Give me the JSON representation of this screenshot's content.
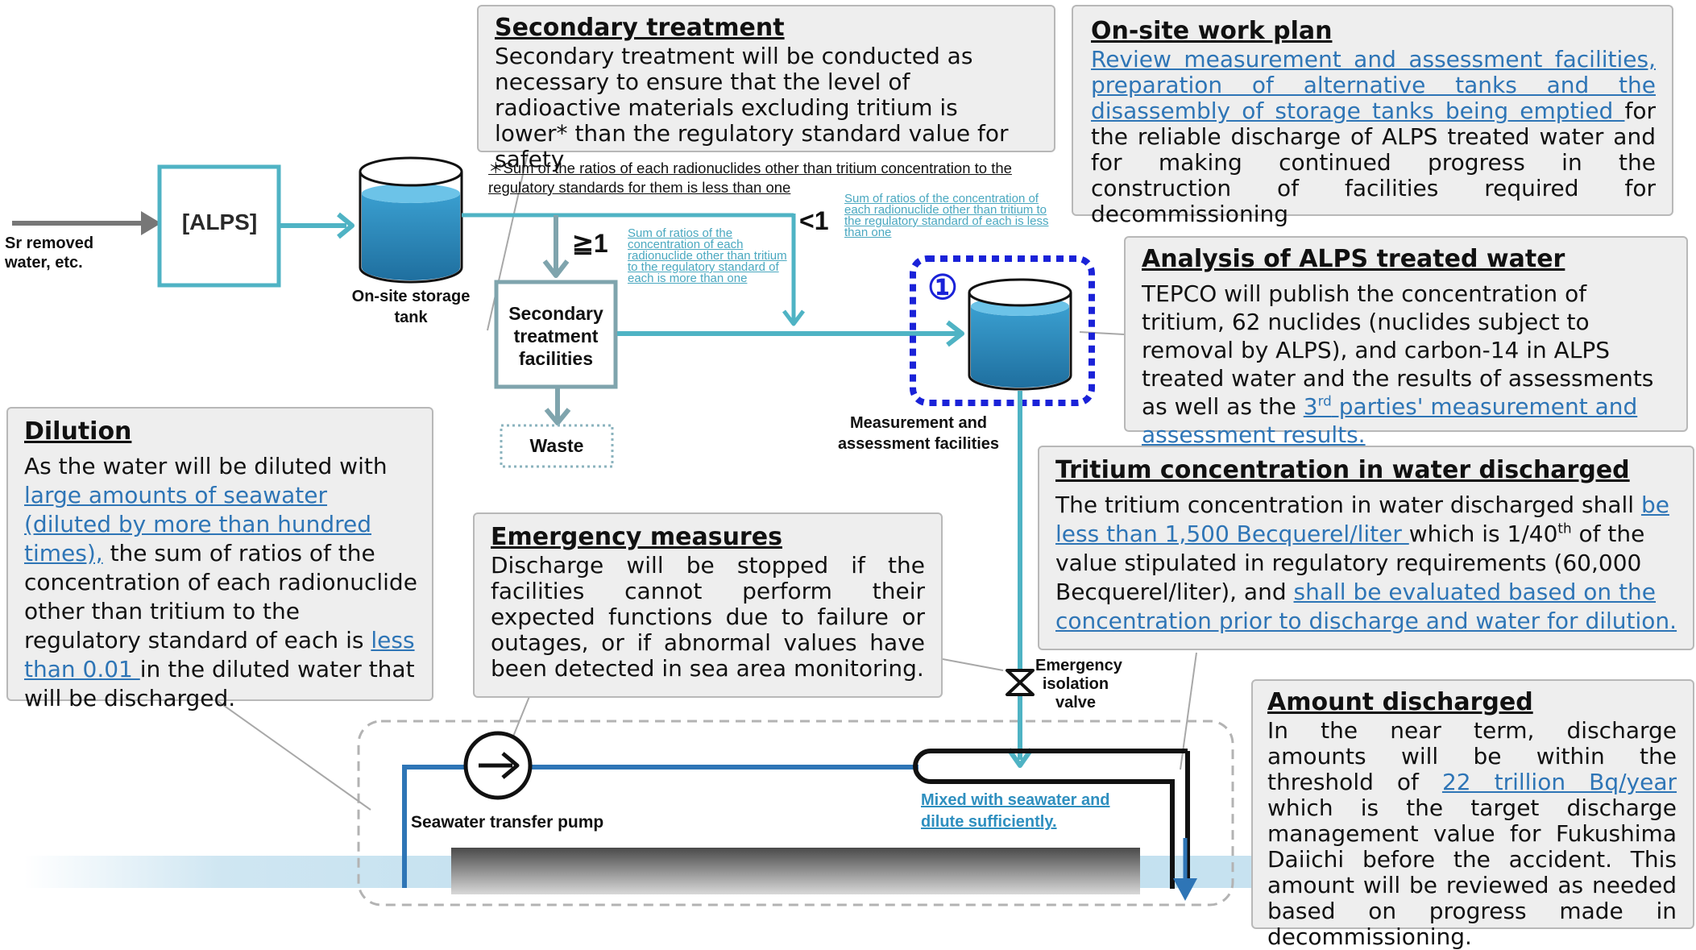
{
  "flow": {
    "input_label": "Sr removed water, etc.",
    "alps_label": "[ALPS]",
    "storage_tank_label": "On-site storage tank",
    "secondary_facility_label": "Secondary treatment facilities",
    "waste_label": "Waste",
    "measurement_label": "Measurement and assessment facilities",
    "circle_number": "①",
    "ge1_symbol": "≧1",
    "lt1_symbol": "<1",
    "ge1_note": "Sum of ratios of the concentration of each radionuclide other than tritium to the regulatory standard of each is more than one",
    "lt1_note": "Sum of ratios of the concentration of each radionuclide other than tritium to the regulatory standard of each is less than one",
    "footnote": "＊Sum of the ratios of each radionuclides other than tritium concentration to the regulatory standards for them is less than one",
    "valve_label": "Emergency isolation valve",
    "pump_label": "Seawater transfer pump",
    "mixed_label": "Mixed with seawater and dilute sufficiently.",
    "colors": {
      "teal": "#4fb3c4",
      "steel": "#7fa4ad",
      "blue": "#2e75b6",
      "dotted_blue": "#1a22d8"
    }
  },
  "boxes": {
    "secondary_treatment": {
      "title": "Secondary treatment",
      "body": "Secondary treatment will be conducted as necessary to ensure that the level of radioactive materials excluding tritium is lower* than the regulatory standard value for safety"
    },
    "work_plan": {
      "title": "On-site work plan",
      "link": "Review measurement and assessment facilities, preparation of alternative tanks and the disassembly of storage tanks being emptied ",
      "body": "for the reliable discharge of ALPS treated water and for making continued progress in the construction of facilities required for decommissioning"
    },
    "analysis": {
      "title": "Analysis of ALPS treated water",
      "body": "TEPCO will publish the concentration of tritium, 62 nuclides (nuclides subject to removal by ALPS), and carbon-14 in ALPS treated water and the results of assessments as well as the ",
      "link_num": "3",
      "link_sup": "rd",
      "link_rest": " parties' measurement and assessment results."
    },
    "dilution": {
      "title": "Dilution",
      "body1": "As the water will be diluted with ",
      "link1": "large amounts of seawater (diluted by more than hundred times),",
      "body2": " the sum of ratios of the concentration of each radionuclide other than tritium to the regulatory standard of each is ",
      "link2": "less than 0.01 ",
      "body3": "in the diluted water that will be discharged."
    },
    "tritium": {
      "title": "Tritium concentration in water discharged",
      "body1": "The tritium concentration in water discharged shall ",
      "link1": "be less than 1,500 Becquerel/liter ",
      "body2": "which is 1/40",
      "sup": "th",
      "body3": " of the value stipulated in regulatory requirements (60,000 Becquerel/liter), and ",
      "link2": "shall be evaluated based on the concentration prior to discharge and water for dilution."
    },
    "emergency": {
      "title": "Emergency measures",
      "body": "Discharge will be stopped if the facilities cannot perform their expected functions due to failure or outages, or if abnormal values have been detected in sea area monitoring."
    },
    "amount": {
      "title": "Amount discharged",
      "body1": "In the near term, discharge amounts will be within the threshold of ",
      "link": "22 trillion Bq/year",
      "body2": " which is the target discharge management value for Fukushima Daiichi before the accident. This amount will be reviewed as needed based on progress made in decommissioning."
    }
  }
}
